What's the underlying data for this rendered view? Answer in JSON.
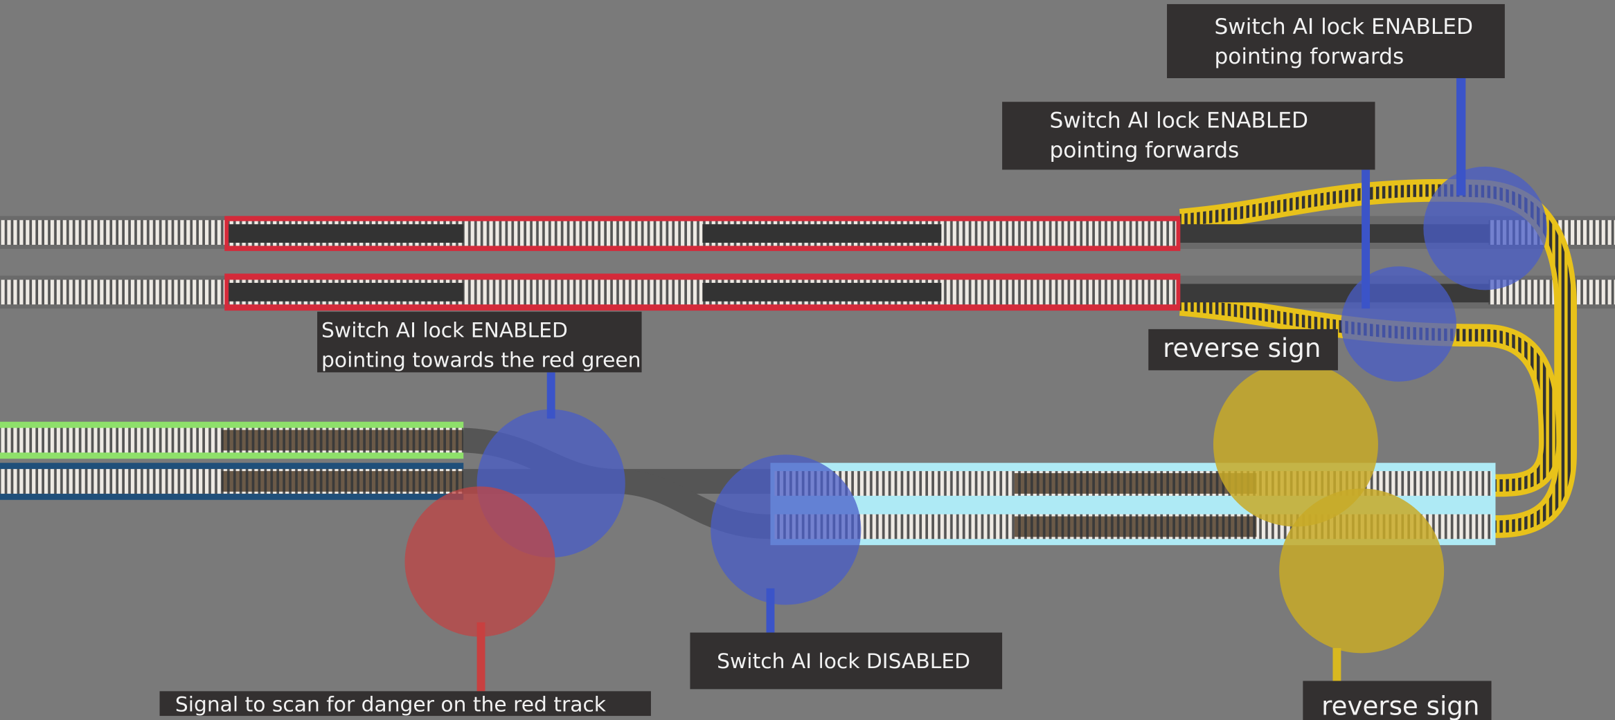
{
  "labels": {
    "top_right": {
      "line1": "Switch AI lock ENABLED",
      "line2": "pointing forwards"
    },
    "top_middle": {
      "line1": "Switch AI lock ENABLED",
      "line2": "pointing forwards"
    },
    "left_switch": {
      "line1": "Switch AI lock ENABLED",
      "line2": "pointing towards the red green"
    },
    "reverse_sign_upper": "reverse sign",
    "disabled_switch": "Switch AI lock DISABLED",
    "signal": "Signal to scan for danger on the red track",
    "reverse_sign_lower": "reverse sign"
  },
  "colors": {
    "background": "#7a7a7a",
    "red_block": "#d42a3a",
    "green_block": "#8ee06a",
    "blue_block": "#1f4f7a",
    "cyan_block": "#aeeaf5",
    "yellow_path": "#e8c21a",
    "switch_marker": "#4a5ec8",
    "signal_marker": "#c04545",
    "sign_marker": "#c8aa28",
    "label_bg": "#333030"
  }
}
